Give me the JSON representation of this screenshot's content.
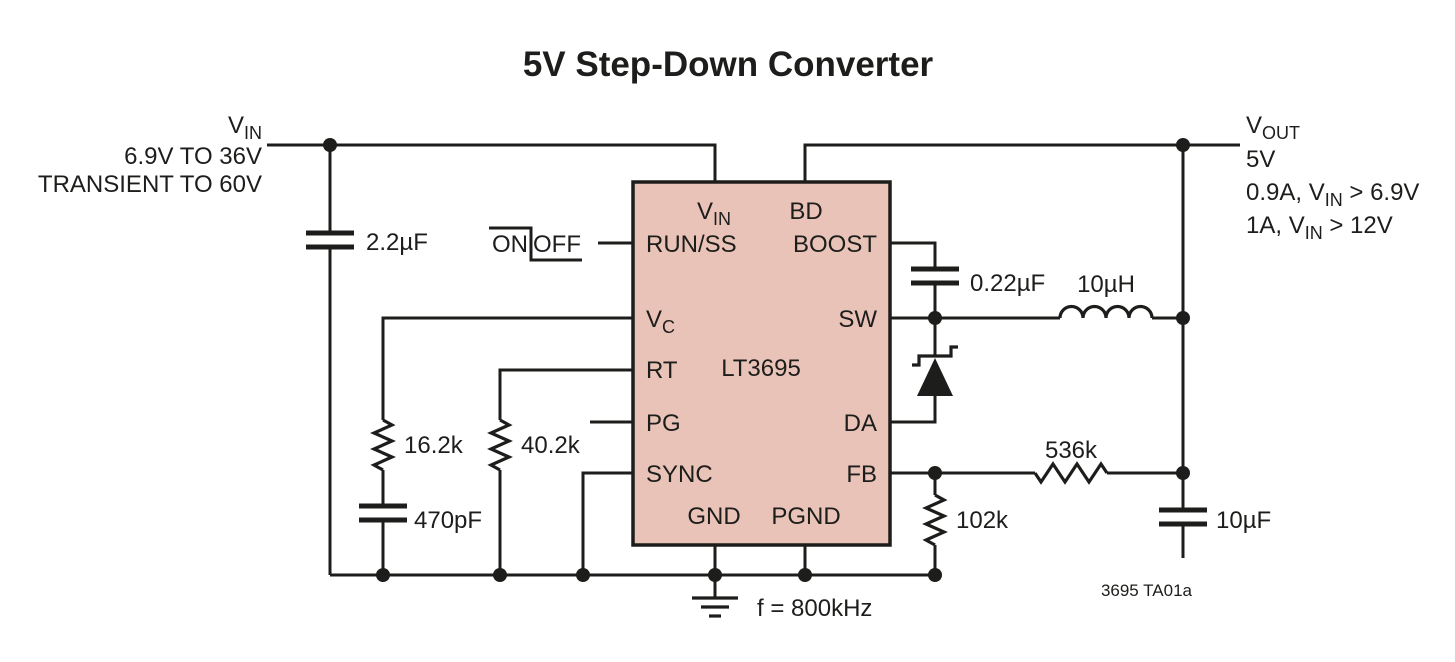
{
  "title": "5V Step-Down Converter",
  "input": {
    "label_main": "V",
    "label_sub": "IN",
    "line1": "6.9V TO 36V",
    "line2": "TRANSIENT TO 60V"
  },
  "output": {
    "label_main": "V",
    "label_sub": "OUT",
    "line1": "5V",
    "line2_pre": "0.9A, V",
    "line2_sub": "IN",
    "line2_post": " > 6.9V",
    "line3_pre": "1A, V",
    "line3_sub": "IN",
    "line3_post": " > 12V"
  },
  "ic": {
    "part_number": "LT3695",
    "pin_vin_main": "V",
    "pin_vin_sub": "IN",
    "pin_bd": "BD",
    "pin_run_ss": "RUN/SS",
    "pin_boost": "BOOST",
    "pin_vc_main": "V",
    "pin_vc_sub": "C",
    "pin_sw": "SW",
    "pin_rt": "RT",
    "pin_pg": "PG",
    "pin_da": "DA",
    "pin_sync": "SYNC",
    "pin_fb": "FB",
    "pin_gnd": "GND",
    "pin_pgnd": "PGND"
  },
  "components": {
    "input_cap": "2.2µF",
    "comp_resistor": "16.2k",
    "comp_cap": "470pF",
    "rt_resistor": "40.2k",
    "boost_cap": "0.22µF",
    "inductor": "10µH",
    "fb_resistor_top": "536k",
    "fb_resistor_bottom": "102k",
    "output_cap": "10µF"
  },
  "annotations": {
    "on": "ON",
    "off": "OFF",
    "frequency": "f = 800kHz",
    "figure_id": "3695 TA01a"
  },
  "colors": {
    "ic_fill": "#e9c3b8",
    "wire": "#1d1d1b",
    "background": "#ffffff"
  }
}
